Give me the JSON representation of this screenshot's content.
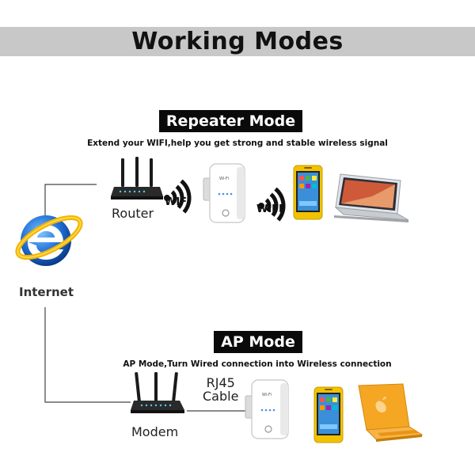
{
  "header": {
    "title": "Working Modes"
  },
  "repeater": {
    "badge": "Repeater Mode",
    "subtitle": "Extend your WIFI,help you get strong and stable wireless signal",
    "router_label": "Router",
    "wifi_label_1": "WIFI",
    "wifi_label_2": "WIFI"
  },
  "internet": {
    "label": "Internet"
  },
  "ap": {
    "badge": "AP Mode",
    "subtitle": "AP Mode,Turn Wired connection into Wireless connection",
    "modem_label": "Modem",
    "cable_label_1": "RJ45",
    "cable_label_2": "Cable"
  },
  "colors": {
    "band": "#c8c8c8",
    "badge_bg": "#0a0a0a",
    "phone_frame": "#f2c200",
    "laptop_orange": "#f5a623",
    "ie_blue": "#1f6fd6",
    "ie_ring": "#f2b300"
  }
}
